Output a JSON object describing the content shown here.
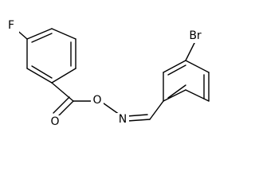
{
  "molecule": {
    "atoms": {
      "fluorine": "F",
      "bromine": "Br",
      "carbonyl_oxygen": "O",
      "ester_oxygen": "O",
      "imine_nitrogen": "N"
    }
  }
}
